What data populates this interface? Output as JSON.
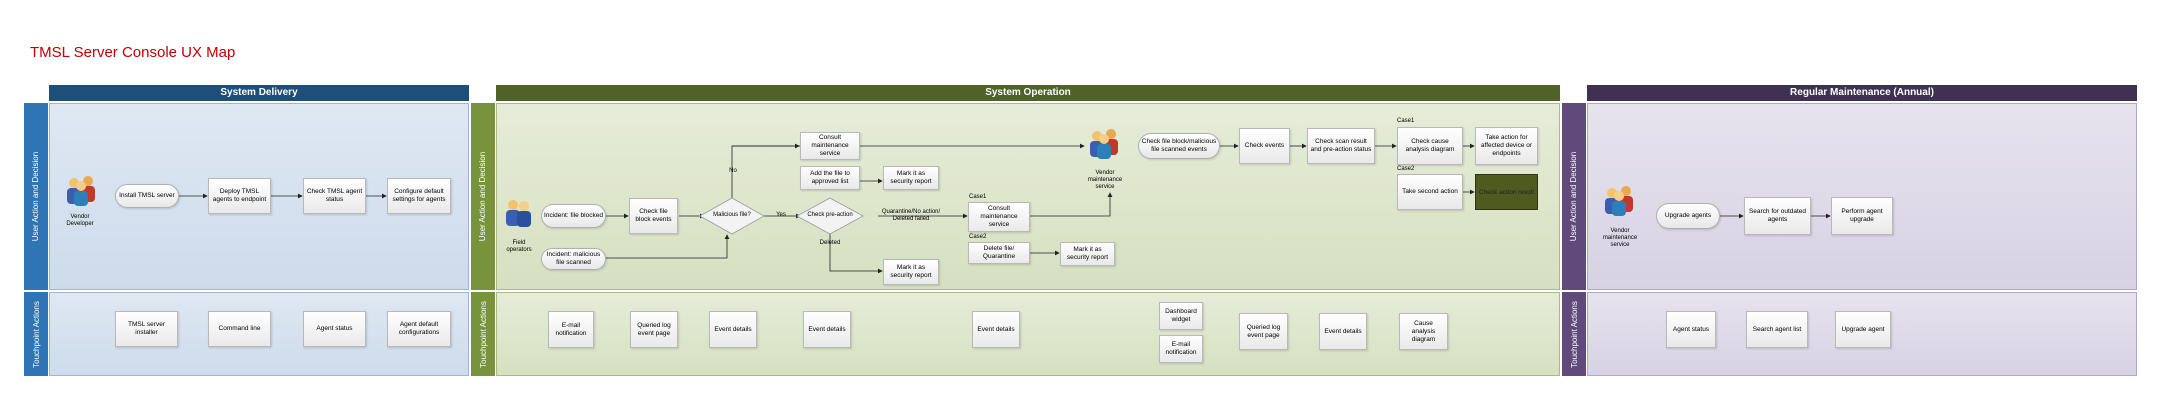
{
  "title": "TMSL Server Console UX Map",
  "sections": {
    "delivery": "System Delivery",
    "operation": "System Operation",
    "maintenance": "Regular Maintenance (Annual)"
  },
  "lane_labels": {
    "user": "User Action and Decision",
    "touchpoint": "Touchpoint Actions"
  },
  "actors": {
    "vendor_developer": "Vendor Developer",
    "field_operators": "Field operators",
    "vendor_maintenance_service": "Vendor maintenance service"
  },
  "delivery": {
    "steps": [
      "Install TMSL server",
      "Deploy TMSL agents to endpoint",
      "Check TMSL agent status",
      "Configure default settings for agents"
    ],
    "touchpoints": [
      "TMSL server installer",
      "Command line",
      "Agent status",
      "Agent default configurations"
    ]
  },
  "operation": {
    "incident_blocked": "Incident: file blocked",
    "incident_scanned": "Incident: malicious file scanned",
    "check_block_events": "Check file block events",
    "malicious_q": "Malicious file?",
    "no_label": "No",
    "yes_label": "Yes",
    "consult_maintenance": "Consult maintenance service",
    "add_approved": "Add the file to approved list",
    "mark_report_1": "Mark it as security report",
    "check_preaction": "Check pre-action",
    "deleted_label": "Deleted",
    "mark_report_2": "Mark it as security report",
    "quarantine_label": "Quarantine/No action/ Deleted failed",
    "case1": "Case1",
    "case2": "Case2",
    "consult_maintenance_2": "Consult maintenance service",
    "delete_quarantine": "Delete file/ Quarantine",
    "mark_report_3": "Mark it as security report",
    "check_scanned": "Check file block/malicious file scanned events",
    "check_events": "Check events",
    "check_scan_result": "Check scan result and pre-action status",
    "case1b": "Case1",
    "case2b": "Case2",
    "check_cause": "Check cause analysis diagram",
    "take_action": "Take action for affected device or endpoints",
    "take_second": "Take second action",
    "check_action_result": "Check action result",
    "touchpoints": [
      "E-mail notification",
      "Queried log event page",
      "Event details",
      "Event details",
      "Event details",
      "Dashboard widget",
      "E-mail notification",
      "Queried log event page",
      "Event details",
      "Cause analysis diagram"
    ]
  },
  "maintenance": {
    "steps": [
      "Upgrade agents",
      "Search for outdated agents",
      "Perform agent upgrade"
    ],
    "touchpoints": [
      "Agent status",
      "Search agent list",
      "Upgrade agent"
    ]
  },
  "colors": {
    "delivery_header": "#1f4e79",
    "delivery_bg": "#dce7f2",
    "delivery_side": "#2e75b6",
    "operation_header": "#4f6228",
    "operation_bg": "#e3ead3",
    "operation_side": "#77933c",
    "maintenance_header": "#3f3151",
    "maintenance_bg": "#e2dfea",
    "maintenance_side": "#604a7b",
    "title": "#c00000"
  }
}
